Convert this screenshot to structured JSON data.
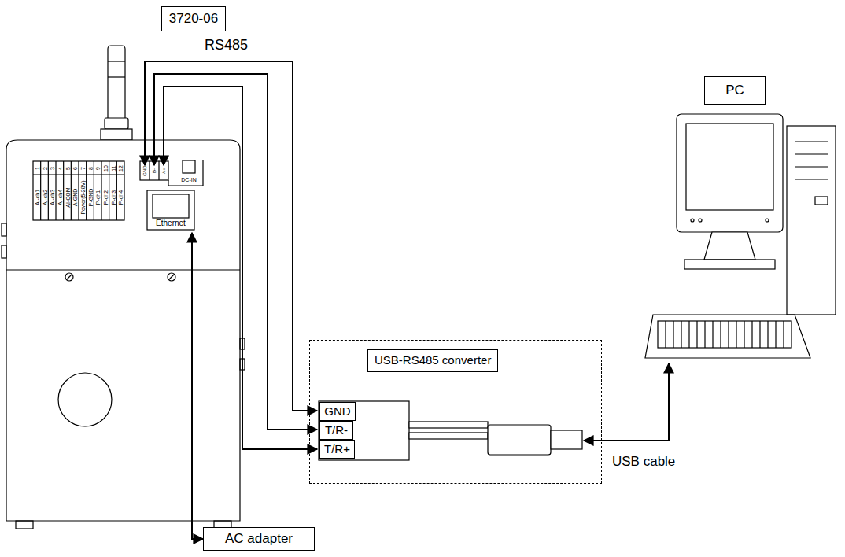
{
  "diagram": {
    "nodes": [
      {
        "text": [
          "3720-06"
        ]
      },
      {
        "text": [
          "PC"
        ]
      },
      {
        "text": [
          "USB-RS485 converter"
        ]
      },
      {
        "text": [
          "GND"
        ],
        "in": 2
      },
      {
        "text": [
          "T/R-"
        ],
        "in": 2
      },
      {
        "text": [
          "T/R+"
        ],
        "in": 2
      },
      {
        "text": [
          "AC adapter"
        ]
      }
    ],
    "labels": [
      "RS485",
      "USB cable",
      "Ethernet",
      "DC-IN",
      "GND",
      "B-",
      "A+",
      "1",
      "2",
      "3",
      "4",
      "5",
      "6",
      "7",
      "8",
      "9",
      "10",
      "11",
      "12",
      "AI-ch1",
      "AI-ch2",
      "AI-ch3",
      "AI-ch4",
      "AI-COM",
      "A-GND",
      "Power(5-28V)",
      "P-GND",
      "P-ch1",
      "P-ch2",
      "P-ch3",
      "P-ch4"
    ]
  }
}
